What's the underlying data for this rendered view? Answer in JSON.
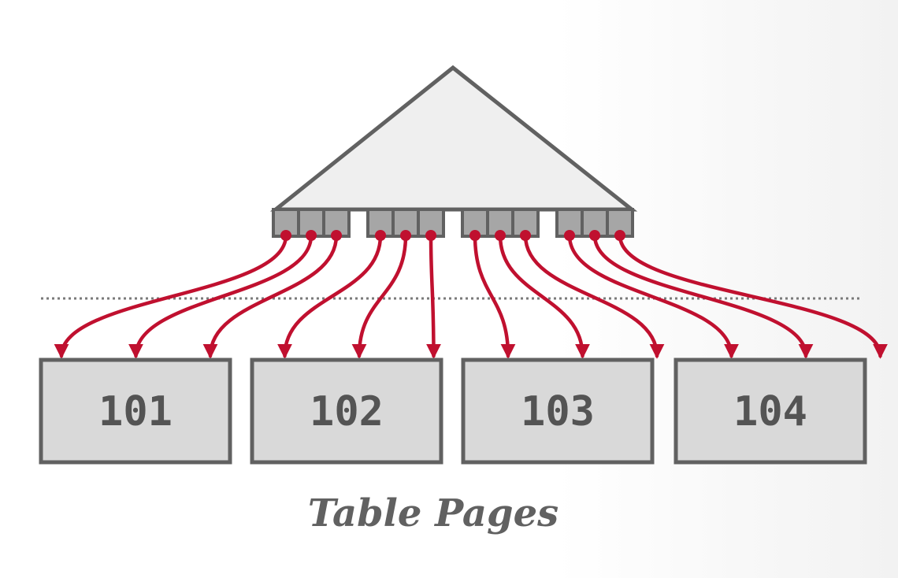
{
  "pages": [
    {
      "label": "101"
    },
    {
      "label": "102"
    },
    {
      "label": "103"
    },
    {
      "label": "104"
    }
  ],
  "caption": "Table Pages",
  "index_leaf_groups": 4,
  "slots_per_leaf": 3,
  "colors": {
    "pointer": "#c0102f",
    "outline": "#616161",
    "page_fill": "#d9d9d9",
    "tree_fill": "#efefef",
    "leaf_slot_fill": "#a6a6a6",
    "divider": "#7a7a7a"
  }
}
